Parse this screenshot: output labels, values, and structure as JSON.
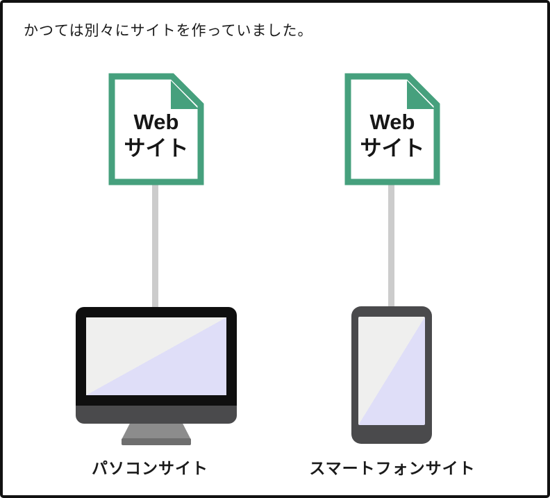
{
  "title": "かつては別々にサイトを作っていました。",
  "docs": [
    {
      "name": "web-site-document-pc",
      "line1": "Web",
      "line2": "サイト"
    },
    {
      "name": "web-site-document-sp",
      "line1": "Web",
      "line2": "サイト"
    }
  ],
  "devices": [
    {
      "type": "desktop-computer",
      "label": "パソコンサイト"
    },
    {
      "type": "smartphone",
      "label": "スマートフォンサイト"
    }
  ],
  "colors": {
    "document_green": "#46a07d",
    "connector_gray": "#cccccc",
    "bezel_black": "#0f0f0f",
    "device_dark_gray": "#4a4a4c",
    "stand_gray": "#8c8c8c",
    "base_gray": "#6e6e6e",
    "screen_light": "#efefee",
    "screen_lavender": "#dfdef8",
    "text_black": "#1a1a1a"
  }
}
